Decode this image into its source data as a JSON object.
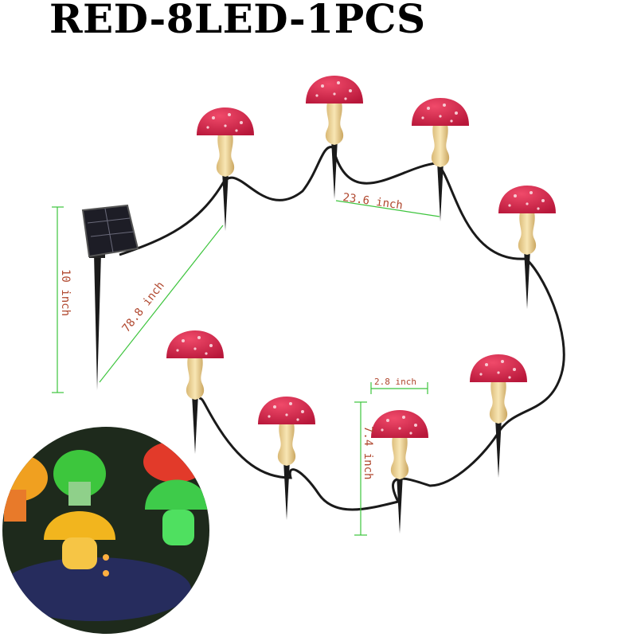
{
  "title": "RED-8LED-1PCS",
  "dimensions": {
    "height_total": "10 inch",
    "cable_to_first": "78.8 inch",
    "spacing": "23.6 inch",
    "cap_width": "2.8 inch",
    "light_height": "7.4 inch"
  },
  "colors": {
    "cap": "#d9294f",
    "stem": "#f3dca0",
    "dimension_line": "#3cc43c",
    "label": "#b0472e"
  },
  "light_count": 8
}
